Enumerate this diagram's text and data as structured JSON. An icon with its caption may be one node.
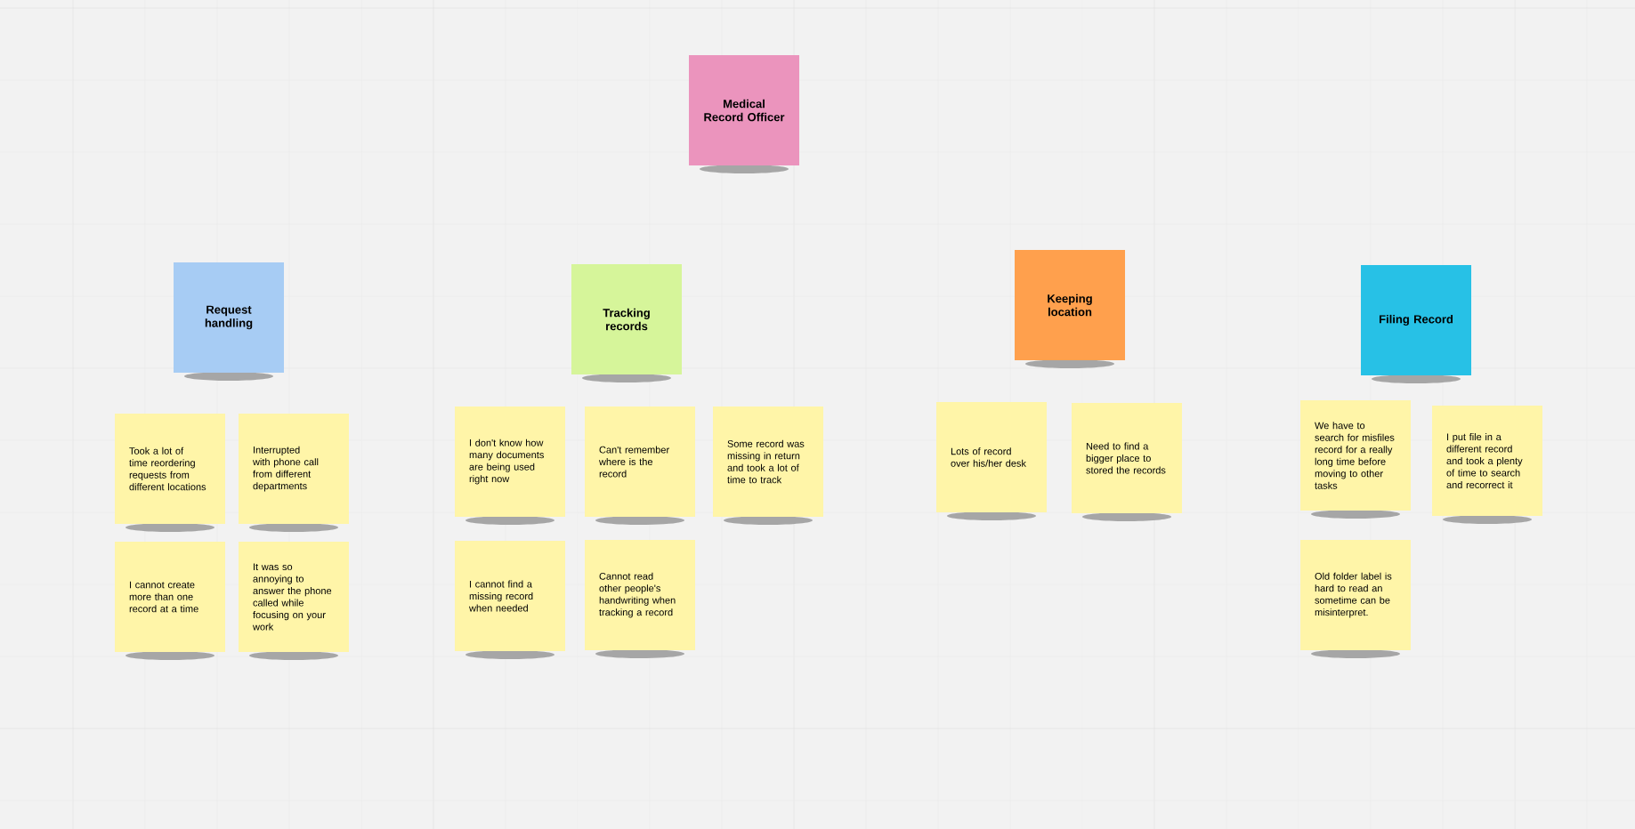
{
  "diagram": {
    "nodes": [
      {
        "text": [
          "Medical Record Officer"
        ]
      },
      {
        "text": [
          "Request handling"
        ]
      },
      {
        "text": [
          "Tracking records"
        ]
      },
      {
        "text": [
          "Keeping location"
        ]
      },
      {
        "text": [
          "Filing Record"
        ]
      },
      {
        "text": [
          "Took a lot of time reordering requests from different locations"
        ]
      },
      {
        "text": [
          "Interrupted with phone call from different departments"
        ]
      },
      {
        "text": [
          "I cannot create more than one record at a time"
        ]
      },
      {
        "text": [
          "It was so annoying to answer the phone called while focusing on your work"
        ]
      },
      {
        "text": [
          "I don't know how many documents are being used right now"
        ]
      },
      {
        "text": [
          "Can't remember where is the record"
        ]
      },
      {
        "text": [
          "Some record was missing in return and took a lot of time to track"
        ]
      },
      {
        "text": [
          "I cannot find a missing record when needed"
        ]
      },
      {
        "text": [
          "Cannot read other people's handwriting when tracking a record"
        ]
      },
      {
        "text": [
          "Lots of record over his/her desk"
        ]
      },
      {
        "text": [
          "Need to find a bigger place to stored the records"
        ]
      },
      {
        "text": [
          "We have to search for misfiles record for a really long time before moving to other tasks"
        ]
      },
      {
        "text": [
          "I put file in a different record and took a plenty of time to search and recorrect it"
        ]
      },
      {
        "text": [
          "Old folder label is hard to read an sometime can be misinterpret."
        ]
      }
    ]
  }
}
